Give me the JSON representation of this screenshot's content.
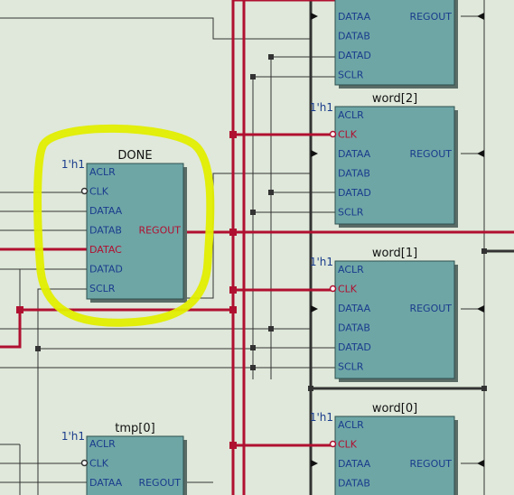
{
  "colors": {
    "background": "#dfe8da",
    "block_fill": "#6ea6a6",
    "block_stroke": "#2f4f4f",
    "wire": "#333333",
    "bus": "#b01030",
    "port_text": "#1a3c8c",
    "highlight": "#e2ee00"
  },
  "blocks": {
    "top": {
      "title": "",
      "const": "",
      "ports": [
        "DATAA",
        "DATAB",
        "DATAD",
        "SCLR"
      ],
      "out": "REGOUT"
    },
    "word2": {
      "title": "word[2]",
      "const": "1'h1",
      "ports": [
        "ACLR",
        "CLK",
        "DATAA",
        "DATAB",
        "DATAD",
        "SCLR"
      ],
      "out": "REGOUT"
    },
    "done": {
      "title": "DONE",
      "const": "1'h1",
      "ports": [
        "ACLR",
        "CLK",
        "DATAA",
        "DATAB",
        "DATAC",
        "DATAD",
        "SCLR"
      ],
      "out": "REGOUT"
    },
    "word1": {
      "title": "word[1]",
      "const": "1'h1",
      "ports": [
        "ACLR",
        "CLK",
        "DATAA",
        "DATAB",
        "DATAD",
        "SCLR"
      ],
      "out": "REGOUT"
    },
    "word0": {
      "title": "word[0]",
      "const": "1'h1",
      "ports": [
        "ACLR",
        "CLK",
        "DATAA",
        "DATAB"
      ],
      "out": "REGOUT"
    },
    "tmp0": {
      "title": "tmp[0]",
      "const": "1'h1",
      "ports": [
        "ACLR",
        "CLK",
        "DATAA"
      ],
      "out": "REGOUT"
    }
  }
}
